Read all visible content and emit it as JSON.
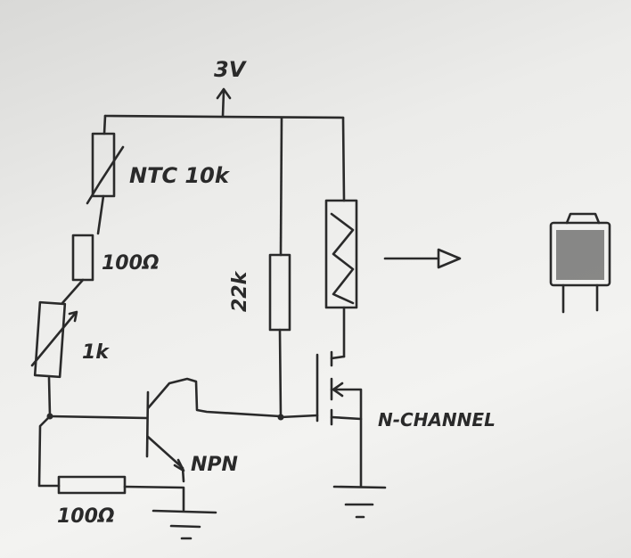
{
  "diagram": {
    "supply_label": "3V",
    "ntc_label": "NTC 10k",
    "r1_label": "100Ω",
    "pot_label": "1k",
    "r_gate_label": "22k",
    "npn_label": "NPN",
    "mosfet_label": "N-CHANNEL",
    "r_emitter_label": "100Ω"
  }
}
